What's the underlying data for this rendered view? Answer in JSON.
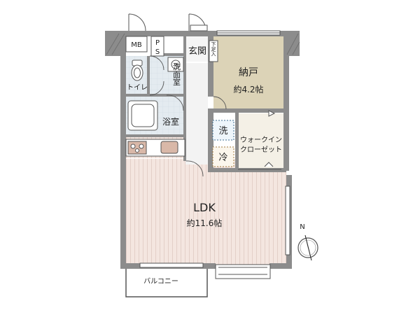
{
  "rooms": {
    "mb": "MB",
    "ps": "PS",
    "entrance": "玄関",
    "shoe_box": "下足入",
    "storage": "納戸",
    "storage_size": "約4.2帖",
    "washroom": "洗面室",
    "toilet": "トイレ",
    "bath": "浴室",
    "washer": "洗",
    "fridge": "冷",
    "walkin_closet_1": "ウォークイン",
    "walkin_closet_2": "クローゼット",
    "ldk": "LDK",
    "ldk_size": "約11.6帖",
    "balcony": "バルコニー"
  },
  "compass": {
    "north": "N"
  },
  "colors": {
    "wall": "#8c8c8c",
    "floor_wood": "#f4e7e1",
    "floor_storage": "#ddd4b8",
    "floor_wet": "#dfe8ef",
    "floor_closet": "#f4f0e6"
  }
}
